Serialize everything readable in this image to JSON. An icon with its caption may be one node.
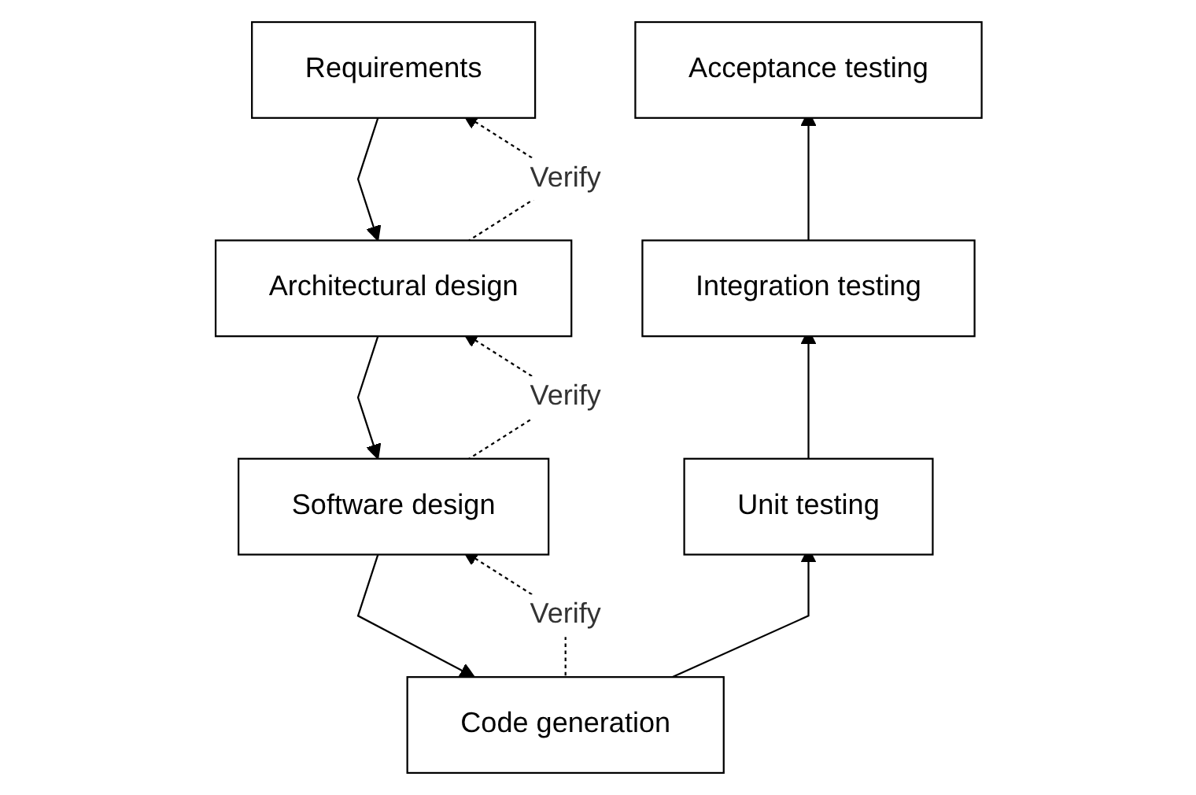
{
  "diagram": {
    "nodes": [
      {
        "text": [
          "Requirements"
        ]
      },
      {
        "text": [
          "Architectural design"
        ]
      },
      {
        "text": [
          "Software design"
        ]
      },
      {
        "text": [
          "Code generation"
        ]
      },
      {
        "text": [
          "Unit testing"
        ]
      },
      {
        "text": [
          "Integration testing"
        ]
      },
      {
        "text": [
          "Acceptance testing"
        ]
      }
    ],
    "edges": [
      {
        "from": 0,
        "to": 1,
        "arrow": "to"
      },
      {
        "from": 1,
        "to": 0,
        "arrow": "to",
        "style": "dashed",
        "label": "Verify"
      },
      {
        "from": 1,
        "to": 2,
        "arrow": "to"
      },
      {
        "from": 2,
        "to": 1,
        "arrow": "to",
        "style": "dashed",
        "label": "Verify"
      },
      {
        "from": 2,
        "to": 3,
        "arrow": "to"
      },
      {
        "from": 3,
        "to": 2,
        "arrow": "to",
        "style": "dashed",
        "label": "Verify"
      },
      {
        "from": 3,
        "to": 4,
        "arrow": "to"
      },
      {
        "from": 4,
        "to": 5,
        "arrow": "to"
      },
      {
        "from": 5,
        "to": 6,
        "arrow": "to"
      }
    ]
  }
}
